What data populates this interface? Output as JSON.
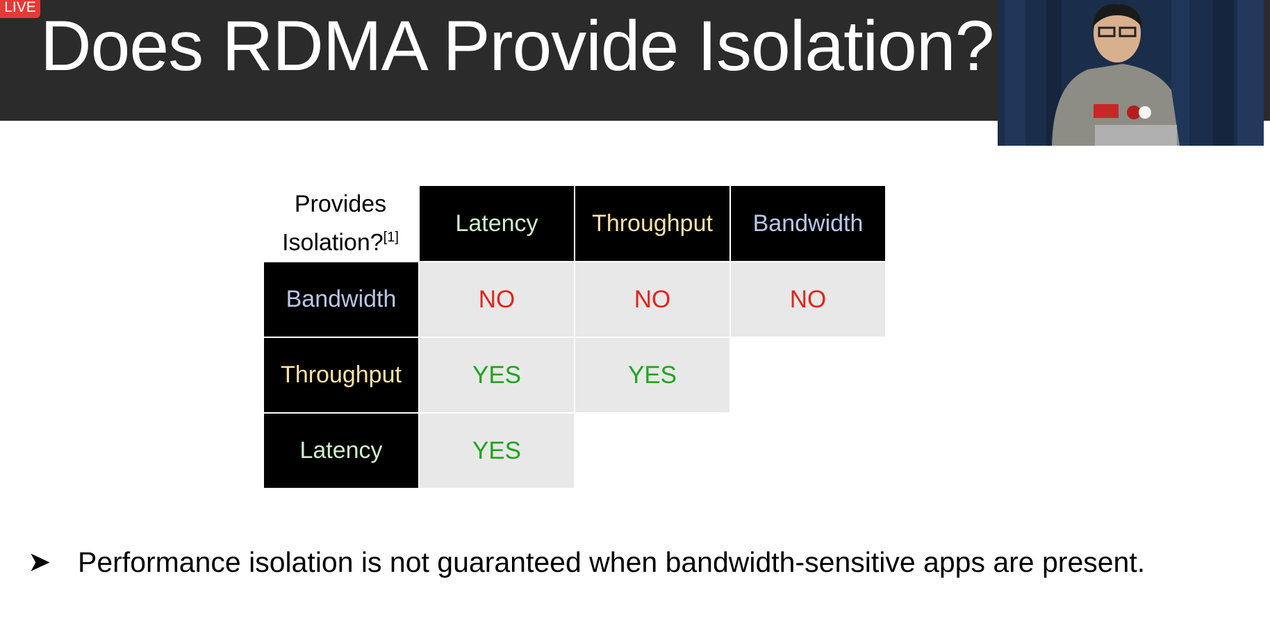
{
  "live_badge": "LIVE",
  "slide": {
    "title": "Does RDMA Provide Isolation?",
    "table": {
      "corner_label_line1": "Provides",
      "corner_label_line2": "Isolation?",
      "corner_ref": "[1]",
      "column_headers": [
        "Latency",
        "Throughput",
        "Bandwidth"
      ],
      "rows": [
        {
          "label": "Bandwidth",
          "values": [
            "NO",
            "NO",
            "NO"
          ]
        },
        {
          "label": "Throughput",
          "values": [
            "YES",
            "YES"
          ]
        },
        {
          "label": "Latency",
          "values": [
            "YES"
          ]
        }
      ]
    },
    "bullet": {
      "icon": "arrow-bullet-icon",
      "text": "Performance isolation is not guaranteed when bandwidth-sensitive apps are present."
    }
  },
  "colors": {
    "latency": "#cfeecd",
    "throughput": "#fbe3a6",
    "bandwidth": "#b9c6e6",
    "no": "#e02418",
    "yes": "#1fa51a"
  }
}
